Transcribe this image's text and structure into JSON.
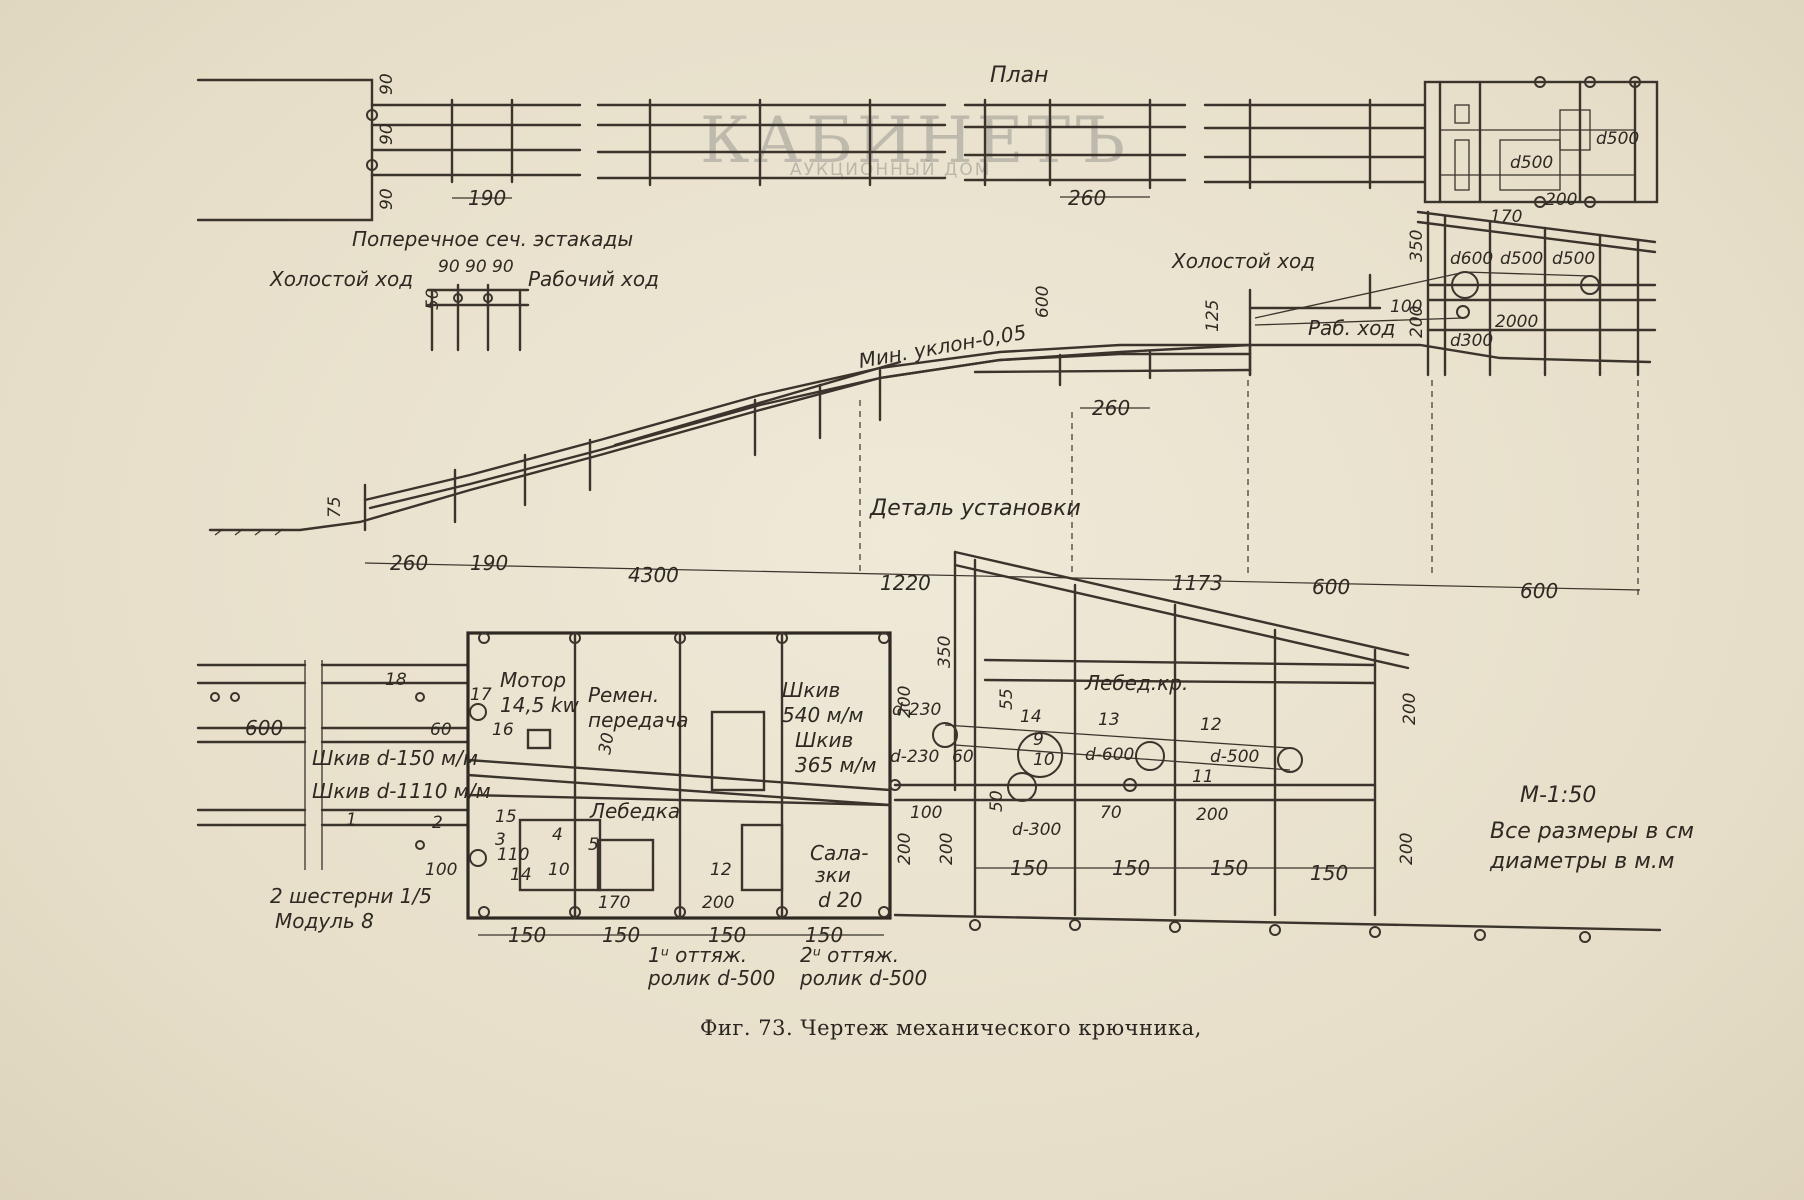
{
  "caption": "Фиг. 73. Чертеж механического крючника,",
  "watermark": {
    "main": "КАБИНЕТЪ",
    "sub": "АУКЦИОННЫЙ ДОМ"
  },
  "plan": {
    "title": "План",
    "dims": {
      "d90a": "90",
      "d90b": "90",
      "d90c": "90",
      "d190": "190",
      "d260": "260",
      "d170": "170",
      "d200": "200",
      "d500a": "d500",
      "d500b": "d500"
    }
  },
  "cross_section": {
    "title": "Поперечное сеч. эстакады",
    "idle": "Холостой ход",
    "work": "Рабочий ход",
    "dims": [
      "90",
      "90",
      "90"
    ],
    "d50": "50"
  },
  "elevation": {
    "slope": "Мин. уклон-0,05",
    "slope_dim": "600",
    "idle": "Холостой ход",
    "work": "Раб. ход",
    "install": "Деталь установки",
    "dims": {
      "d75": "75",
      "d260a": "260",
      "d190": "190",
      "d4300": "4300",
      "d1220": "1220",
      "d1173": "1173",
      "d600a": "600",
      "d600b": "600",
      "d260b": "260",
      "d125": "125",
      "d350": "350",
      "d200": "200",
      "d100": "100",
      "d2000": "2000",
      "d600c": "d600",
      "d500a": "d500",
      "d500b": "d500",
      "d300": "d300"
    }
  },
  "detail": {
    "motor": "Мотор",
    "motor_power": "14,5 kw",
    "belt1": "Ремен.",
    "belt2": "передача",
    "pulley1": "Шкив",
    "pulley1_val": "540 м/м",
    "pulley2": "Шкив",
    "pulley2_val": "365 м/м",
    "pulley3": "Шкив d-150 м/м",
    "pulley4": "Шкив d-1110 м/м",
    "winch": "Лебедка",
    "sled1": "Сала-",
    "sled2": "зки",
    "d20": "d 20",
    "gears1": "2 шестерни 1/5",
    "gears2": "Модуль 8",
    "roller1a": "1ᵘ оттяж.",
    "roller1b": "ролик d-500",
    "roller2a": "2ᵘ оттяж.",
    "roller2b": "ролик d-500",
    "winch_cr": "Лебед.кр.",
    "nums": {
      "n18": "18",
      "n17": "17",
      "n16": "16",
      "n15": "15",
      "n3": "3",
      "n110": "110",
      "n14": "14",
      "n10": "10",
      "n4": "4",
      "n5": "5",
      "n1": "1",
      "n2": "2",
      "n12a": "12",
      "n30": "30",
      "n170": "170",
      "n200": "200"
    },
    "dims": {
      "d600": "600",
      "d60": "60",
      "d100": "100",
      "b150a": "150",
      "b150b": "150",
      "b150c": "150",
      "b150d": "150"
    },
    "right": {
      "d350": "350",
      "d200a": "200",
      "d200b": "200",
      "d200c": "200",
      "d200d": "200",
      "d230a": "d-230",
      "d230b": "d-230",
      "d60": "60",
      "d55": "55",
      "d100": "100",
      "d50": "50",
      "d300": "d-300",
      "d70": "70",
      "d200h": "200",
      "d600": "d-600",
      "d500": "d-500",
      "n14": "14",
      "n13": "13",
      "n12": "12",
      "n9": "9",
      "n10": "10",
      "n11": "11",
      "b150a": "150",
      "b150b": "150",
      "b150c": "150",
      "b150d": "150"
    }
  },
  "scale": {
    "line1": "М-1:50",
    "line2": "Все размеры в см",
    "line3": "диаметры в м.м"
  }
}
